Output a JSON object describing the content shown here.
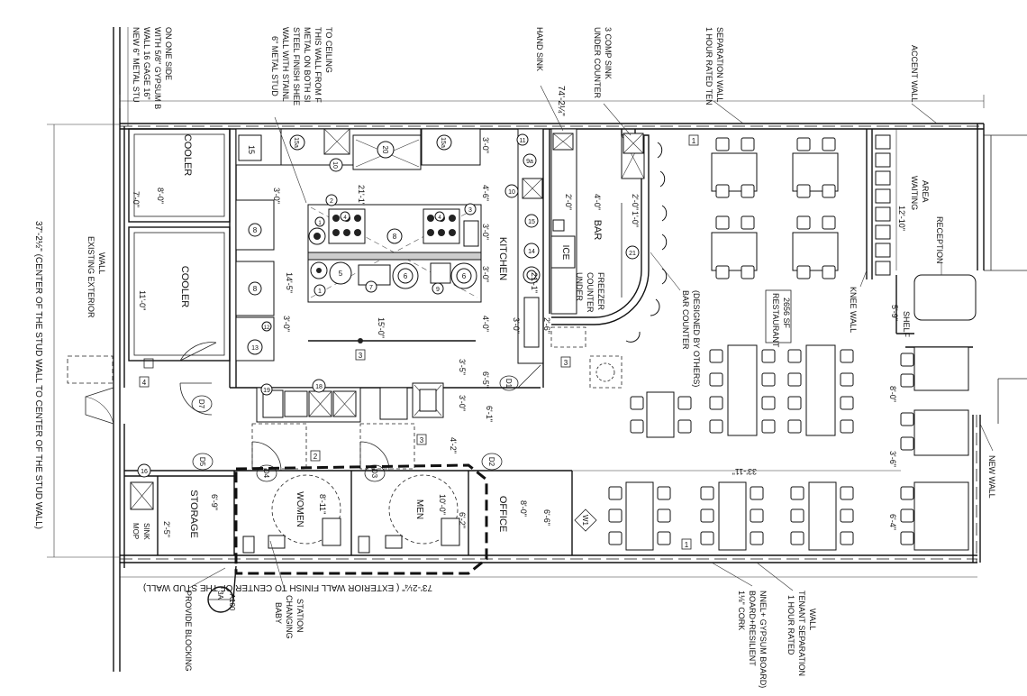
{
  "rooms": {
    "cooler_top": "COOLER",
    "cooler_bottom": "COOLER",
    "kitchen": "KITCHEN",
    "bar": "BAR",
    "ice": "ICE",
    "storage": "STORAGE",
    "women": "WOMEN",
    "men": "MEN",
    "office": "OFFICE",
    "waiting_area": [
      "WAITING",
      "AREA"
    ],
    "restaurant": [
      "RESTAURANT",
      "2656 SF"
    ]
  },
  "annotations": {
    "stud_wall": [
      "NEW 6\" METAL STU",
      "WALL 16 GAGE 16\"",
      "WITH 5/8\" GYPSUM B",
      "ON ONE SIDE"
    ],
    "stainless_wall": [
      "6\" METAL STUD",
      "WALL WITH STAINL",
      "STEEL FINISH SHEE",
      "METAL ON BOTH SI",
      "THIS WALL FROM F",
      "TO CEILING"
    ],
    "hand_sink": "HAND SINK",
    "under_counter_sink": [
      "UNDER COUNTER",
      "3 COMP SINK"
    ],
    "tenant_wall_top": [
      "1 HOUR RATED TEN",
      "SEPARATION WALL"
    ],
    "accent_wall": "ACCENT WALL",
    "existing_exterior": [
      "EXISTING EXTERIOR",
      "WALL"
    ],
    "overall_width": "37'-2½\" (CENTER OF THE STUD WALL TO CENTER OF THE STUD WALL)",
    "overall_length": "73'-2¼\" ( EXTERIOR WALL FINISH TO CENTER OF THE STUD WALL)",
    "top_dim": "74'-2¼\"",
    "under_counter_freezer": [
      "UNDER",
      "COUNTER",
      "FREEZER"
    ],
    "bar_counter": [
      "BAR COUNTER",
      "(DESIGNED BY OTHERS)"
    ],
    "knee_wall": "KNEE WALL",
    "reception": "RECEPTION",
    "shelf": "SHELF",
    "new_wall": "NEW WALL",
    "provide_blocking": "PROVIDE BLOCKING",
    "baby_changing": [
      "BABY",
      "CHANGING",
      "STATION"
    ],
    "cork_board": [
      "1⅛\" CORK",
      "BOARD+RESILIENT",
      "NNEL+ GYPSUM BOARD)"
    ],
    "tenant_wall_bottom": [
      "1 HOUR RATED",
      "TENANT SEPARATION",
      "WALL"
    ],
    "mop_sink": [
      "MOP",
      "SINK"
    ],
    "section_ref_top": "3A",
    "section_ref_bottom": "A100"
  },
  "dims": {
    "cooler_top_w": "8'-0\"",
    "cooler_top_h": "7'-0\"",
    "cooler_bot_h": "11'-0\"",
    "kitchen_21_1a": "21'-1\"",
    "kitchen_14_5": "14'-5\"",
    "kitchen_3_0": "3'-0\"",
    "kitchen_15_0": "15'-0\"",
    "kitchen_3_0b": "3'-0\"",
    "kitchen_21_1b": "21'-1\"",
    "kitchen_4_6": "4'-6\"",
    "kitchen_3_0c": "3'-0\"",
    "kitchen_3_0d": "3'-0\"",
    "kitchen_3_0e": "3'-0\"",
    "kitchen_2_6": "2'-6\"",
    "kitchen_4_0": "4'-0\"",
    "kitchen_3_0f": "3'-0\"",
    "kitchen_3_5": "3'-5\"",
    "kitchen_6_5": "6'-5\"",
    "kitchen_3_0g": "3'-0\"",
    "kitchen_6_1": "6'-1\"",
    "bar_2_0a": "2'-0\"",
    "bar_4_0": "4'-0\"",
    "bar_2_0b": "2'-0\"",
    "bar_1_0": "1'-0\"",
    "waiting_12_10": "12'-10\"",
    "shelf_5_9": "5'-9\"",
    "right_8_0": "8'-0\"",
    "right_3_6": "3'-6\"",
    "right_6_4": "6'-4\"",
    "dining_33_11": "33'-11\"",
    "storage_6_9": "6'-9\"",
    "storage_2_5": "2'-5\"",
    "women_8_11": "8'-11\"",
    "men_10_0": "10'-0\"",
    "men_6_2": "6'-2\"",
    "office_8_0": "8'-0\"",
    "office_6_6": "6'-6\"",
    "corr_4_2": "4'-2\""
  },
  "tags": {
    "d2": "D2",
    "d3": "D3",
    "d4": "D4",
    "d5": "D5",
    "d7": "D7",
    "d1": "D1",
    "w1": "W1",
    "wall1": "1",
    "wall2": "2",
    "wall3a": "3",
    "wall3b": "3",
    "wall3c": "3",
    "wall4": "4",
    "wall1b": "1",
    "e15": "15",
    "e15a": "15a",
    "e15a2": "15a",
    "e20": "20",
    "e10": "10",
    "e11": "11",
    "e9a": "9a",
    "e10b": "10",
    "e15b": "15",
    "e14": "14",
    "e21": "21",
    "e8a": "8",
    "e8b": "8",
    "e8c": "8",
    "e12": "12",
    "e13": "13",
    "e19": "19",
    "e18": "18",
    "e16": "16",
    "e1a": "1",
    "e1b": "1",
    "e2": "2",
    "e3": "3",
    "e4a": "4",
    "e4b": "4",
    "e5": "5",
    "e6a": "6",
    "e6b": "6",
    "e7": "7",
    "e9": "9"
  }
}
